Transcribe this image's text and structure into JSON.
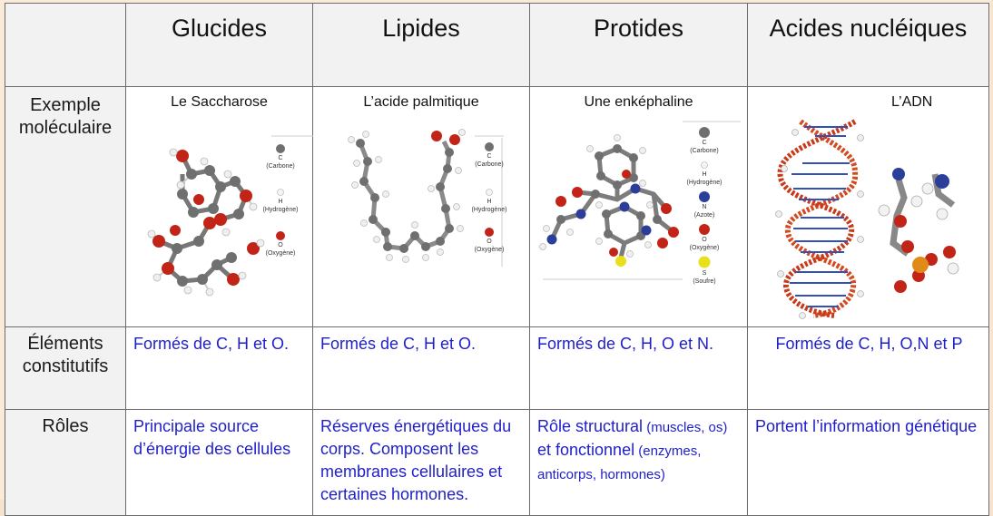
{
  "columns": [
    "Glucides",
    "Lipides",
    "Protides",
    "Acides nucléiques"
  ],
  "rows": {
    "molecular": {
      "header_line1": "Exemple",
      "header_line2": "moléculaire",
      "titles": [
        "Le Saccharose",
        "L’acide palmitique",
        "Une enképhaline",
        "L’ADN"
      ]
    },
    "elements": {
      "header_line1": "Éléments",
      "header_line2": "constitutifs",
      "values": [
        "Formés de C, H et O.",
        "Formés de C, H et O.",
        "Formés de C, H, O et N.",
        "Formés de C, H, O,N et P"
      ]
    },
    "roles": {
      "header": "Rôles",
      "glucides": "Principale source d’énergie des cellules",
      "lipides": "Réserves énergétiques du corps. Composent les membranes cellulaires et certaines hormones.",
      "protides_main": "Rôle structural",
      "protides_small1": " (muscles, os)",
      "protides_main2": " et fonctionnel",
      "protides_small2": " (enzymes, anticorps, hormones)",
      "acides": "Portent l’information génétique"
    }
  },
  "legends": {
    "C": "C",
    "C_name": "(Carbone)",
    "H": "H",
    "H_name": "(Hydrogène)",
    "O": "O",
    "O_name": "(Oxygène)",
    "N": "N",
    "N_name": "(Azote)",
    "S": "S",
    "S_name": "(Soufre)"
  },
  "colors": {
    "carbon": "#6e7070",
    "hydrogen": "#f2f2f2",
    "oxygen": "#c22418",
    "nitrogen": "#2b3f9a",
    "sulfur": "#e8e01c",
    "phosphorus": "#e08a18",
    "text_blue": "#1f1fc8"
  }
}
